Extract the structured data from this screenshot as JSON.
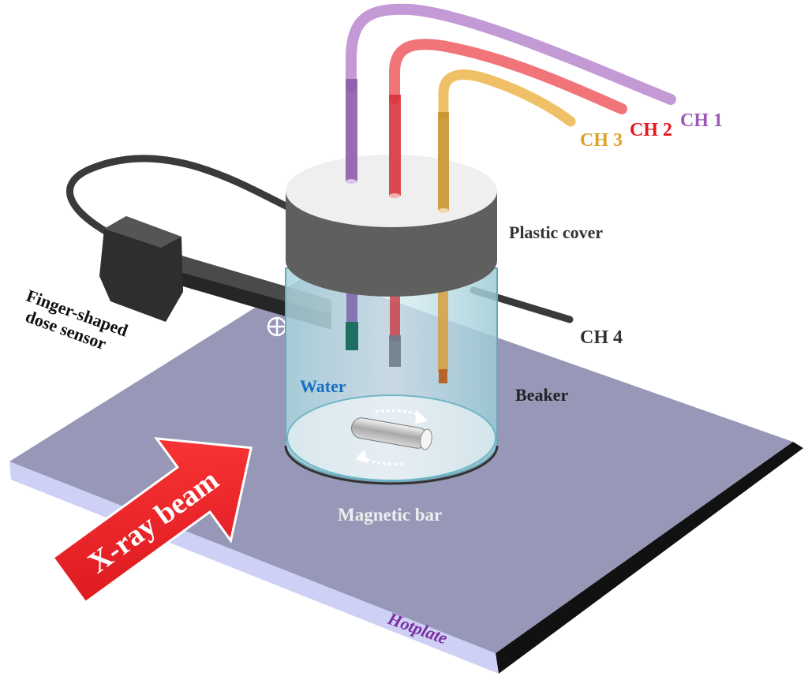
{
  "labels": {
    "ch1": "CH 1",
    "ch2": "CH 2",
    "ch3": "CH 3",
    "ch4": "CH 4",
    "plastic_cover": "Plastic cover",
    "beaker": "Beaker",
    "water": "Water",
    "magnetic_bar": "Magnetic bar",
    "sensor_line1": "Finger-shaped",
    "sensor_line2": "dose sensor",
    "xray_beam": "X-ray beam",
    "hotplate": "Hotplate"
  },
  "colors": {
    "ch1": "#9b59b6",
    "ch2": "#e8141e",
    "ch3": "#e0a02a",
    "ch4": "#333333",
    "water_label": "#1a6fc4",
    "hotplate_label": "#7a2fa0",
    "hotplate_top": "#9797b8",
    "hotplate_side": "#cfd0f5",
    "hotplate_edge": "#111111",
    "cover_top": "#efefef",
    "cover_side": "#5f5f5f",
    "xray_arrow": "#ee1c24",
    "magnetic_bar_label": "#eeeeee"
  }
}
